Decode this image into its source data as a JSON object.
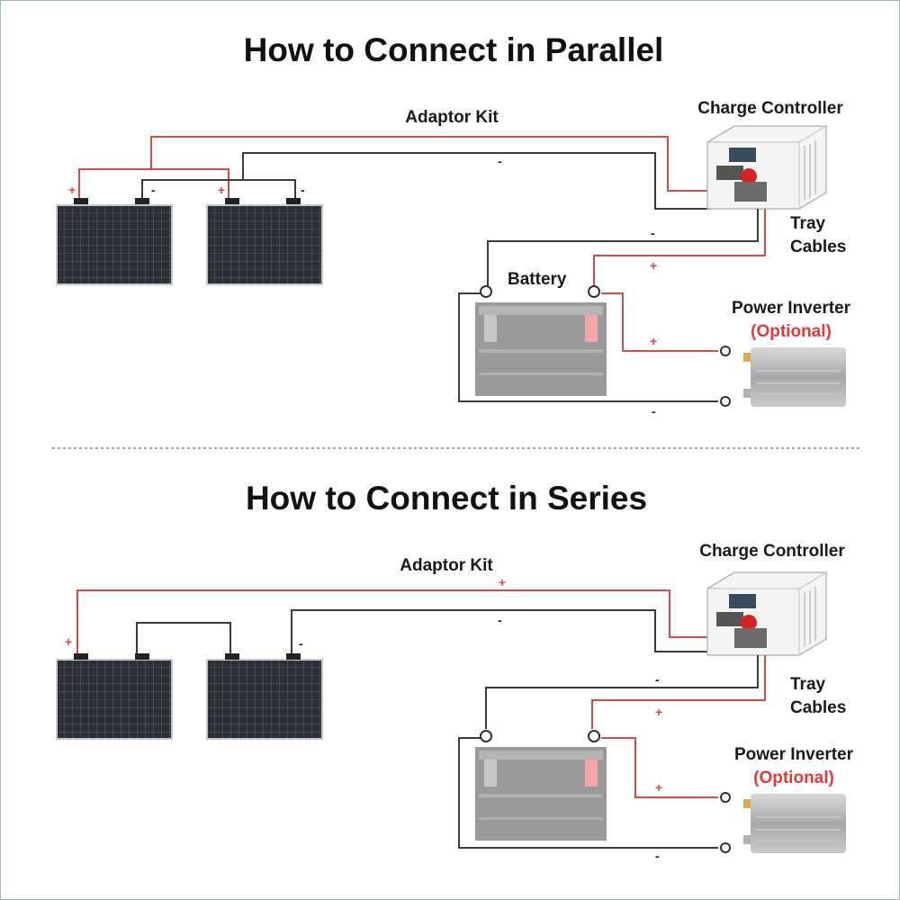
{
  "colors": {
    "positive": "#e04848",
    "negative": "#3a3a3a",
    "optional": "#e23a3a"
  },
  "parallel": {
    "title": "How to Connect in Parallel",
    "adaptor_kit": "Adaptor Kit",
    "charge_controller": "Charge Controller",
    "tray_line1": "Tray",
    "tray_line2": "Cables",
    "battery": "Battery",
    "inverter": "Power Inverter",
    "optional": "(Optional)",
    "plus": "+",
    "minus": "-"
  },
  "series": {
    "title": "How to Connect in Series",
    "adaptor_kit": "Adaptor Kit",
    "charge_controller": "Charge Controller",
    "tray_line1": "Tray",
    "tray_line2": "Cables",
    "inverter": "Power Inverter",
    "optional": "(Optional)",
    "plus": "+",
    "minus": "-"
  }
}
